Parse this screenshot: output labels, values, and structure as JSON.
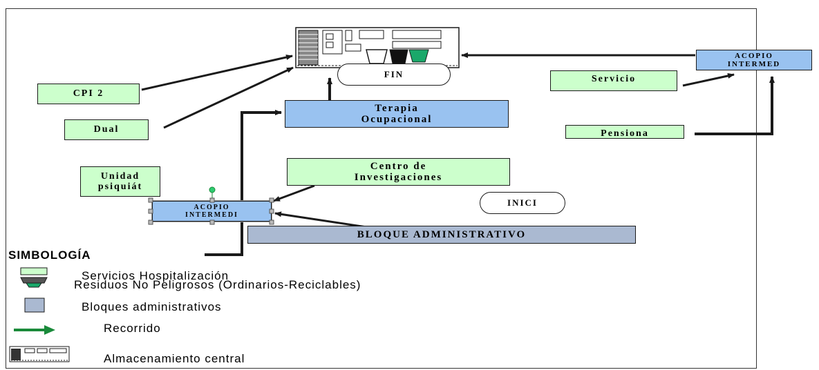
{
  "nodes": {
    "fin": "FIN",
    "inici": "INICI",
    "cpi2": "CPI 2",
    "dual": "Dual",
    "unidad": "Unidad\npsiquiát",
    "terapia": "Terapia\nOcupacional",
    "centro": "Centro de\nInvestigaciones",
    "acopio_left": "ACOPIO\nINTERMEDI",
    "acopio_right": "ACOPIO\nINTERMED",
    "servicio": "Servicio",
    "pensiona": "Pensiona",
    "bloque": "BLOQUE ADMINISTRATIVO"
  },
  "legend": {
    "title": "SIMBOLOGÍA",
    "items": [
      {
        "label": "Servicios Hospitalización",
        "icon": "green-rectangle-icon"
      },
      {
        "label": "Residuos No Peligrosos (Ordinarios-Reciclables)",
        "icon": "waste-bins-icon"
      },
      {
        "label": "Bloques administrativos",
        "icon": "blue-square-icon"
      },
      {
        "label": "Recorrido",
        "icon": "green-arrow-icon"
      },
      {
        "label": "Almacenamiento central",
        "icon": "central-storage-icon"
      }
    ]
  },
  "colors": {
    "service_green": "#ccffcc",
    "admin_blue": "#99c2f0",
    "bloque_slate": "#aab9d1",
    "route_green": "#1a8a3a",
    "bin_green": "#1aa86a"
  }
}
